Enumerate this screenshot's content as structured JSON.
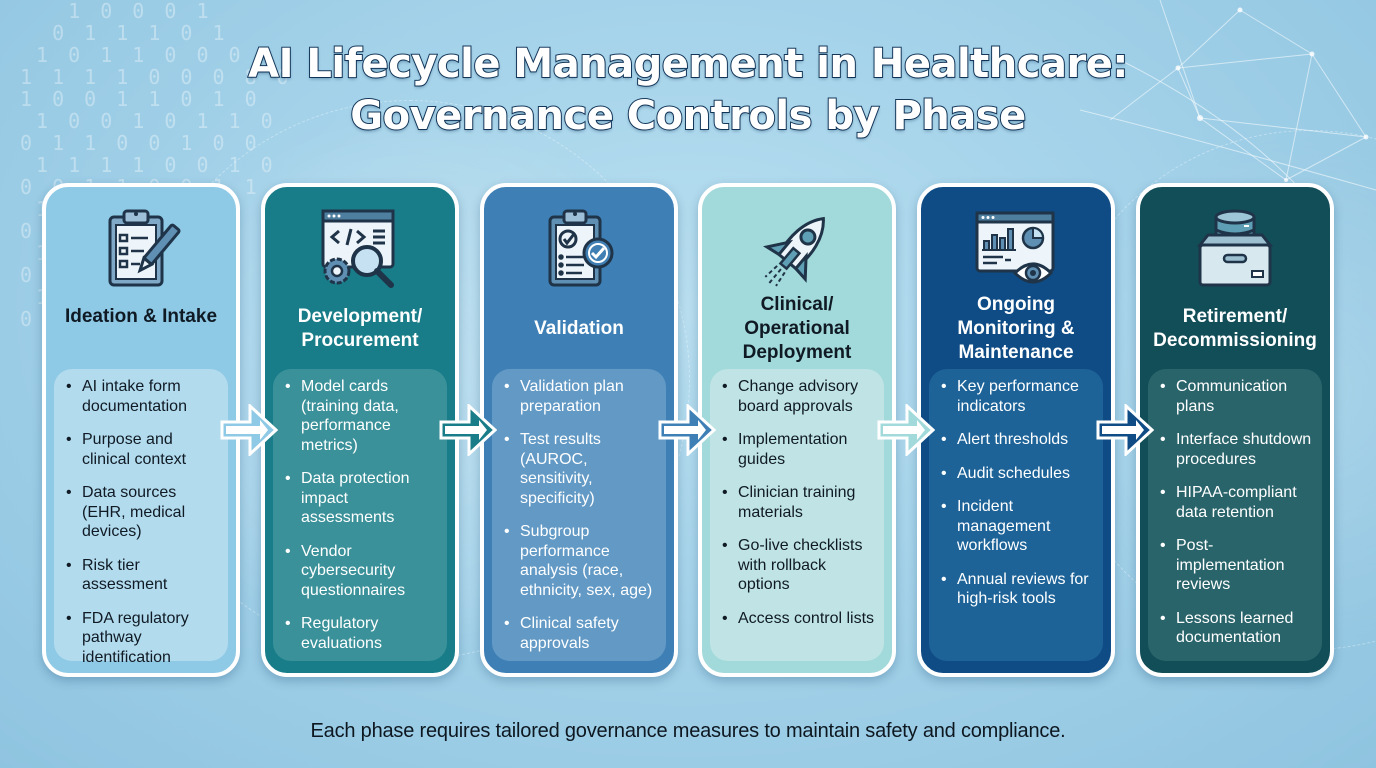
{
  "title": {
    "line1": "AI Lifecycle Management in Healthcare:",
    "line2": "Governance Controls by Phase"
  },
  "phases": [
    {
      "title": "Ideation & Intake",
      "icon": "clipboard-pencil-icon",
      "color": "#8ec9e5",
      "items": [
        "AI intake form documentation",
        "Purpose and clinical context",
        "Data sources (EHR, medical devices)",
        "Risk tier assessment",
        "FDA regulatory pathway identification"
      ]
    },
    {
      "title": "Development/ Procurement",
      "icon": "code-window-gear-magnifier-icon",
      "color": "#187d88",
      "items": [
        "Model cards (training data, performance metrics)",
        "Data protection impact assessments",
        "Vendor cybersecurity questionnaires",
        "Regulatory evaluations"
      ]
    },
    {
      "title": "Validation",
      "icon": "clipboard-check-icon",
      "color": "#3e7fb5",
      "items": [
        "Validation plan preparation",
        "Test results (AUROC, sensitivity, specificity)",
        "Subgroup performance analysis (race, ethnicity, sex, age)",
        "Clinical safety approvals"
      ]
    },
    {
      "title": "Clinical/ Operational Deployment",
      "icon": "rocket-icon",
      "color": "#a2d9da",
      "items": [
        "Change advisory board approvals",
        "Implementation guides",
        "Clinician training materials",
        "Go-live checklists with rollback options",
        "Access control lists"
      ]
    },
    {
      "title": "Ongoing Monitoring & Maintenance",
      "icon": "dashboard-eye-icon",
      "color": "#0f4c85",
      "items": [
        "Key performance indicators",
        "Alert thresholds",
        "Audit schedules",
        "Incident management workflows",
        "Annual reviews for high-risk tools"
      ]
    },
    {
      "title": "Retirement/ Decommissioning",
      "icon": "database-archive-box-icon",
      "color": "#124e58",
      "items": [
        "Communication plans",
        "Interface shutdown procedures",
        "HIPAA-compliant data retention",
        "Post-implementation reviews",
        "Lessons learned documentation"
      ]
    }
  ],
  "footer": "Each phase requires tailored governance measures to maintain safety and compliance."
}
